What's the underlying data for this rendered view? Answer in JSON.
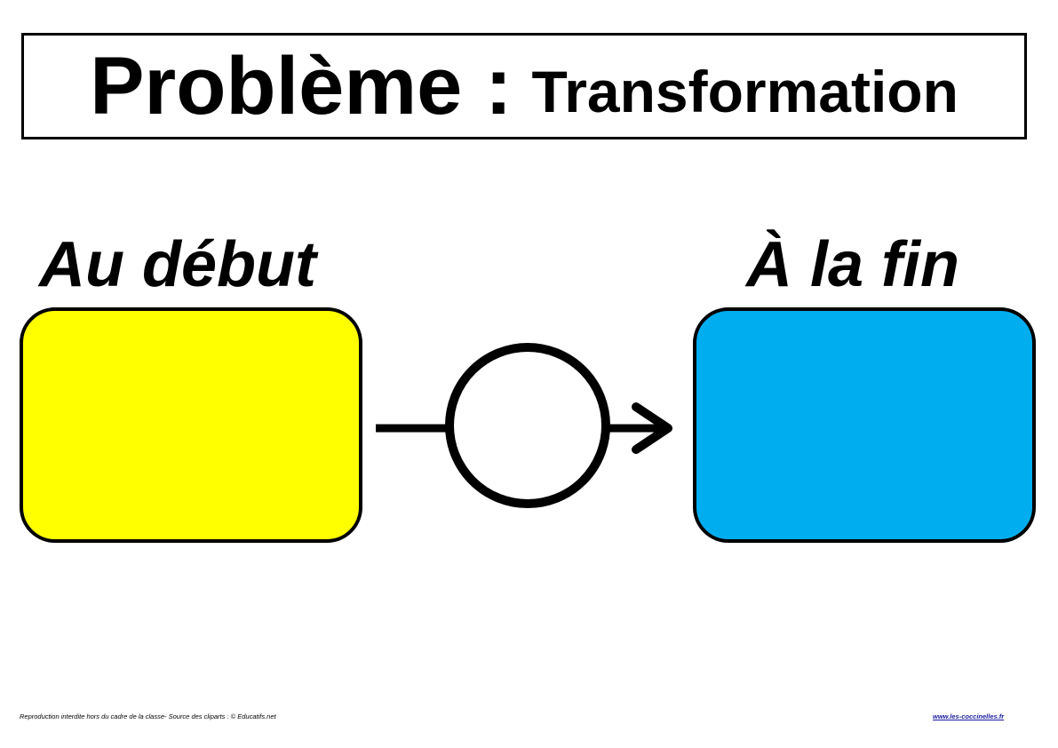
{
  "title": {
    "main": "Problème :",
    "sub": "Transformation"
  },
  "start": {
    "label": "Au début",
    "color": "#ffff00"
  },
  "end": {
    "label": "À la fin",
    "color": "#00aeef"
  },
  "footer": {
    "left_text": "Reproduction interdite hors du cadre de la classe- Source des cliparts : © Educatifs.net",
    "right_text": "www.les-coccinelles.fr"
  },
  "colors": {
    "stroke": "#000000",
    "operation_circle_fill": "#ffffff"
  }
}
